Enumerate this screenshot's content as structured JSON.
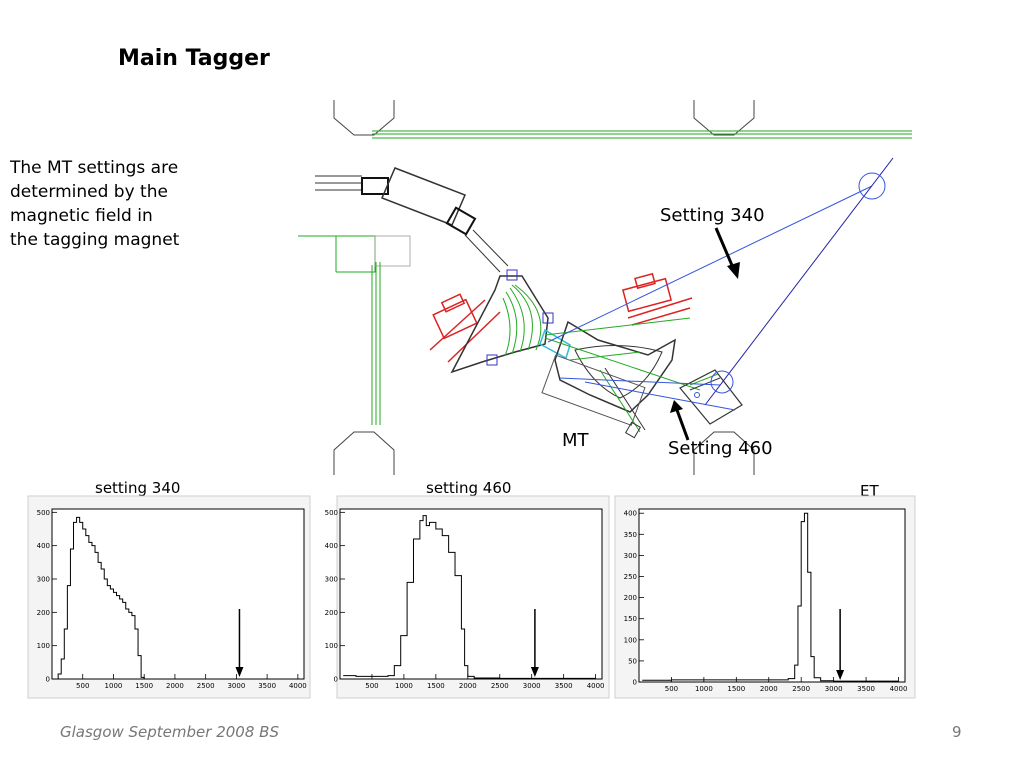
{
  "slide": {
    "title": "Main Tagger",
    "intro_lines": [
      "The MT settings are",
      "determined by the",
      "magnetic field in",
      "the tagging magnet"
    ],
    "labels": {
      "setting340": "Setting 340",
      "setting460": "Setting 460",
      "mt": "MT"
    },
    "footer_left": "Glasgow September 2008 BS",
    "page_number": "9"
  },
  "chart_data": [
    {
      "type": "histogram",
      "title": "setting 340",
      "xlim": [
        0,
        4100
      ],
      "ylim": [
        0,
        510
      ],
      "xticks": [
        500,
        1000,
        1500,
        2000,
        2500,
        3000,
        3500,
        4000
      ],
      "yticks": [
        0,
        100,
        200,
        300,
        400,
        500
      ],
      "x": [
        50,
        100,
        150,
        200,
        250,
        300,
        350,
        400,
        450,
        500,
        550,
        600,
        650,
        700,
        750,
        800,
        850,
        900,
        950,
        1000,
        1050,
        1100,
        1150,
        1200,
        1250,
        1300,
        1350,
        1400,
        1450,
        1500,
        2000,
        3000,
        4000
      ],
      "y": [
        0,
        15,
        60,
        150,
        280,
        390,
        470,
        485,
        470,
        450,
        430,
        410,
        400,
        380,
        350,
        330,
        300,
        280,
        270,
        260,
        250,
        240,
        230,
        210,
        200,
        190,
        150,
        70,
        5,
        0,
        0,
        0,
        0
      ],
      "marker_x": 3050
    },
    {
      "type": "histogram",
      "title": "setting 460",
      "xlim": [
        0,
        4100
      ],
      "ylim": [
        0,
        510
      ],
      "xticks": [
        500,
        1000,
        1500,
        2000,
        2500,
        3000,
        3500,
        4000
      ],
      "yticks": [
        0,
        100,
        200,
        300,
        400,
        500
      ],
      "x": [
        50,
        250,
        500,
        750,
        850,
        950,
        1050,
        1150,
        1250,
        1300,
        1350,
        1400,
        1500,
        1600,
        1700,
        1800,
        1900,
        1950,
        2000,
        2100,
        2500,
        3000,
        4000
      ],
      "y": [
        10,
        8,
        8,
        10,
        40,
        130,
        290,
        420,
        475,
        490,
        460,
        470,
        450,
        430,
        380,
        310,
        150,
        40,
        8,
        3,
        2,
        2,
        2
      ],
      "marker_x": 3050
    },
    {
      "type": "histogram",
      "title": "ET",
      "xlim": [
        0,
        4100
      ],
      "ylim": [
        0,
        410
      ],
      "xticks": [
        500,
        1000,
        1500,
        2000,
        2500,
        3000,
        3500,
        4000
      ],
      "yticks": [
        0,
        50,
        100,
        150,
        200,
        250,
        300,
        350,
        400
      ],
      "x": [
        50,
        500,
        1000,
        1500,
        2000,
        2300,
        2400,
        2450,
        2500,
        2550,
        2600,
        2650,
        2700,
        2800,
        3000,
        4000
      ],
      "y": [
        4,
        5,
        5,
        5,
        5,
        8,
        40,
        180,
        380,
        400,
        260,
        60,
        10,
        3,
        2,
        2
      ],
      "marker_x": 3100
    }
  ]
}
